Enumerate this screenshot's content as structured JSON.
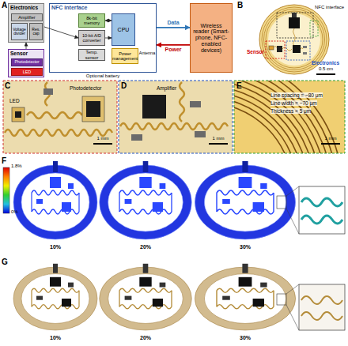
{
  "diagram": {
    "nodes": [
      {
        "text": [
          "Electronics"
        ]
      },
      {
        "text": [
          "Amplifier"
        ],
        "in": 0
      },
      {
        "text": [
          "Voltage divider"
        ],
        "in": 0
      },
      {
        "text": [
          "Res. cap"
        ],
        "in": 0
      },
      {
        "text": [
          "Sensor"
        ]
      },
      {
        "text": [
          "Photodetector"
        ],
        "in": 4
      },
      {
        "text": [
          "LED"
        ],
        "in": 4
      },
      {
        "text": [
          "NFC interface"
        ]
      },
      {
        "text": [
          "8k-bit memory"
        ],
        "in": 7
      },
      {
        "text": [
          "10-bit A/D converter"
        ],
        "in": 7
      },
      {
        "text": [
          "CPU"
        ],
        "in": 7
      },
      {
        "text": [
          "Temp. sensor"
        ],
        "in": 7
      },
      {
        "text": [
          "Power management"
        ],
        "in": 7
      },
      {
        "text": [
          "Wireless reader (Smart-phone, NFC-enabled devices)"
        ]
      }
    ],
    "edges": [
      {
        "from": 4,
        "to": 0,
        "arrow": "to"
      },
      {
        "from": 0,
        "to": 9,
        "arrow": "to"
      },
      {
        "from": 9,
        "to": 10,
        "arrow": "to"
      },
      {
        "from": 8,
        "to": 10,
        "arrow": "both"
      },
      {
        "from": 7,
        "to": 13,
        "label": "Data",
        "arrow": "to"
      },
      {
        "from": 13,
        "to": 7,
        "label": "Power",
        "arrow": "to"
      }
    ],
    "labels": [
      "A",
      "Antenna",
      "Optional battery",
      "B",
      "NFC interface",
      "Sensor",
      "Electronics",
      "0.5 cm",
      "C",
      "Photodetector",
      "LED",
      "1 mm",
      "D",
      "Amplifier",
      "1 mm",
      "E",
      "Line spacing = ~80 μm",
      "Line width = ~70 μm",
      "Thickness = 5 μm",
      "1 mm",
      "F",
      "1.8%",
      "0%",
      "10%",
      "20%",
      "30%",
      "G",
      "10%",
      "20%",
      "30%"
    ]
  }
}
